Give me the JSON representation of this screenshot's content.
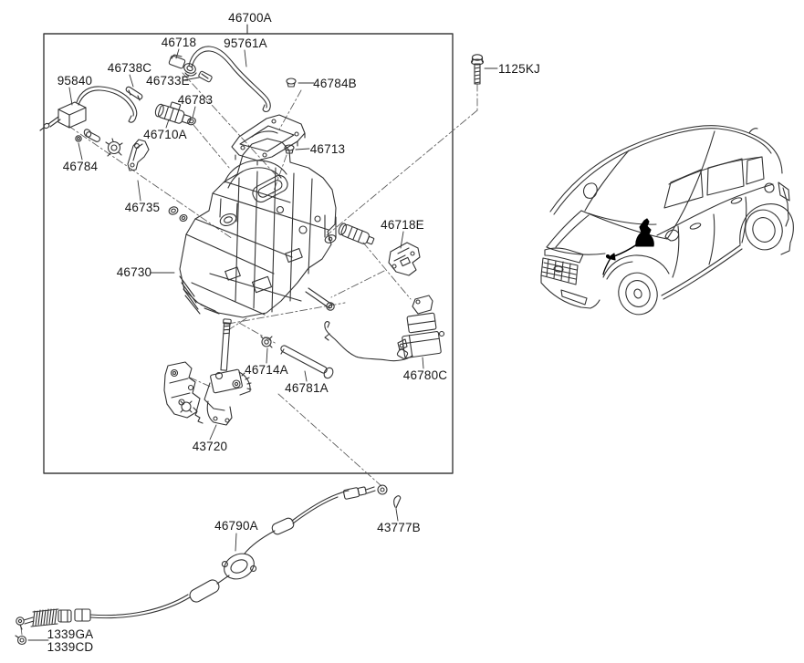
{
  "page": {
    "background": "#ffffff"
  },
  "colors": {
    "line": "#333333",
    "dash_line": "#5f5f5f",
    "label_text": "#161616",
    "highlight_fill": "#000000"
  },
  "assembly": {
    "number": "46700A"
  },
  "parts": [
    {
      "label": "46700A"
    },
    {
      "label": "46718"
    },
    {
      "label": "95761A"
    },
    {
      "label": "46738C"
    },
    {
      "label": "95840"
    },
    {
      "label": "46733E"
    },
    {
      "label": "46784B"
    },
    {
      "label": "1125KJ"
    },
    {
      "label": "46783"
    },
    {
      "label": "46710A"
    },
    {
      "label": "46713"
    },
    {
      "label": "46784"
    },
    {
      "label": "46735"
    },
    {
      "label": "46718E"
    },
    {
      "label": "46730"
    },
    {
      "label": "46780C"
    },
    {
      "label": "46714A"
    },
    {
      "label": "46781A"
    },
    {
      "label": "43720"
    },
    {
      "label": "46790A"
    },
    {
      "label": "43777B"
    },
    {
      "label": "1339GA"
    },
    {
      "label": "1339CD"
    }
  ]
}
